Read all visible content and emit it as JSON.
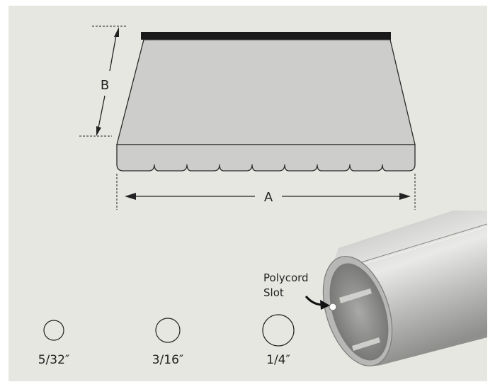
{
  "awning": {
    "dimension_width": "A",
    "dimension_height": "B"
  },
  "tube": {
    "slot_label_line1": "Polycord",
    "slot_label_line2": "Slot"
  },
  "polycord_sizes": [
    {
      "label": "5/32″"
    },
    {
      "label": "3/16″"
    },
    {
      "label": "1/4″"
    }
  ]
}
